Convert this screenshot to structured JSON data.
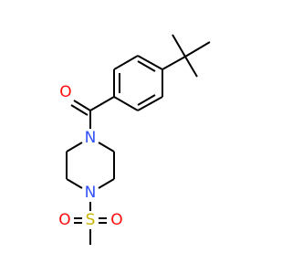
{
  "molecule": {
    "atoms": {
      "oxygen_carbonyl": "O",
      "nitrogen_amide": "N",
      "nitrogen_sulfonyl": "N",
      "sulfur": "S",
      "oxygen_sulfonyl_left": "O",
      "oxygen_sulfonyl_right": "O"
    },
    "colors": {
      "bond": "#000000",
      "nitrogen": "#3050F8",
      "oxygen": "#FF0D0D",
      "sulfur": "#C8B400"
    }
  }
}
